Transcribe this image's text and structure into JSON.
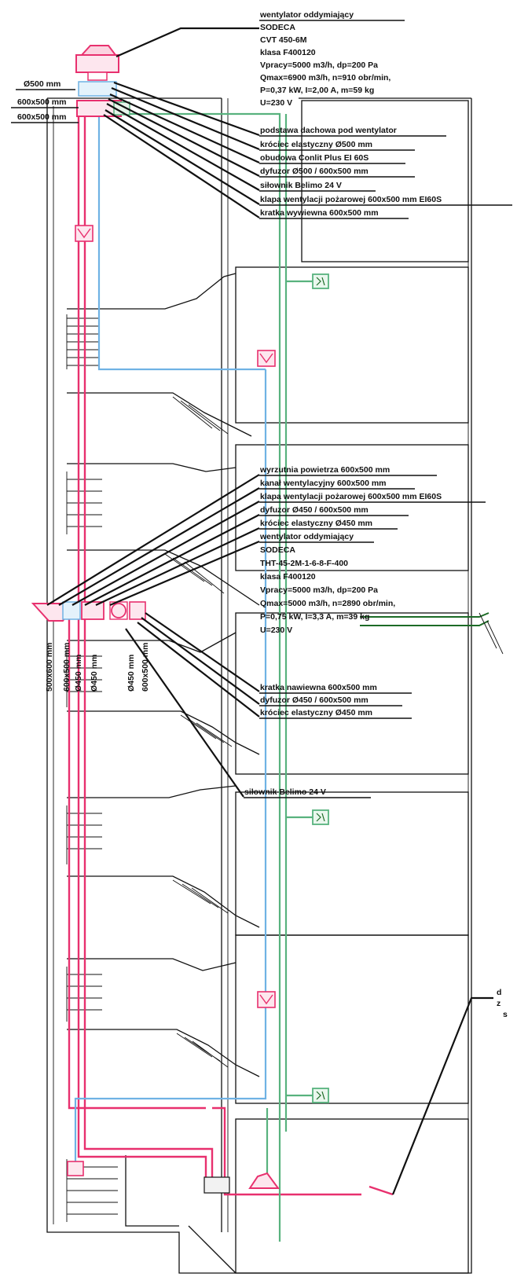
{
  "colors": {
    "supply_duct": "#e8306e",
    "exhaust_duct": "#6fb2e4",
    "control_cable": "#58b27e",
    "outside_cable": "#1c6b26",
    "linework": "#111111"
  },
  "top_fan_spec": [
    "wentylator oddymiający",
    "SODECA",
    "CVT 450-6M",
    "klasa F400120",
    "Vpracy=5000 m3/h, dp=200 Pa",
    "Qmax=6900 m3/h, n=910 obr/min,",
    "P=0,37 kW, I=2,00 A, m=59 kg",
    "U=230 V"
  ],
  "top_components": [
    "podstawa dachowa pod wentylator",
    "króciec elastyczny Ø500 mm",
    "obudowa Conlit Plus EI 60S",
    "dyfuzor Ø500 / 600x500 mm",
    "siłownik Belimo 24 V",
    "klapa wentylacji pożarowej 600x500 mm EI60S",
    "kratka wywiewna 600x500 mm"
  ],
  "top_dimensions": [
    "Ø500 mm",
    "600x500 mm",
    "600x500 mm"
  ],
  "mid_components": [
    "wyrzutnia powietrza 600x500 mm",
    "kanał wentylacyjny 600x500 mm",
    "klapa wentylacji pożarowej 600x500 mm EI60S",
    "dyfuzor Ø450 / 600x500 mm",
    "króciec elastyczny Ø450 mm"
  ],
  "mid_fan_spec": [
    "wentylator oddymiający",
    "SODECA",
    "THT-45-2M-1-6-8-F-400",
    "klasa F400120",
    "Vpracy=5000 m3/h, dp=200 Pa",
    "Qmax=5000 m3/h, n=2890 obr/min,",
    "P=0,75 kW, I=3,3 A, m=39 kg",
    "U=230 V"
  ],
  "lower_components": [
    "kratka nawiewna 600x500 mm",
    "dyfuzor Ø450 / 600x500 mm",
    "króciec elastyczny Ø450 mm"
  ],
  "actuator_label": "siłownik Belimo 24 V",
  "vertical_dimensions": [
    "500x600 mm",
    "600x500 mm",
    "Ø450 mm",
    "Ø450 mm",
    "Ø450 mm",
    "600x500 mm"
  ],
  "cut_label": [
    "d",
    "z",
    "s"
  ]
}
